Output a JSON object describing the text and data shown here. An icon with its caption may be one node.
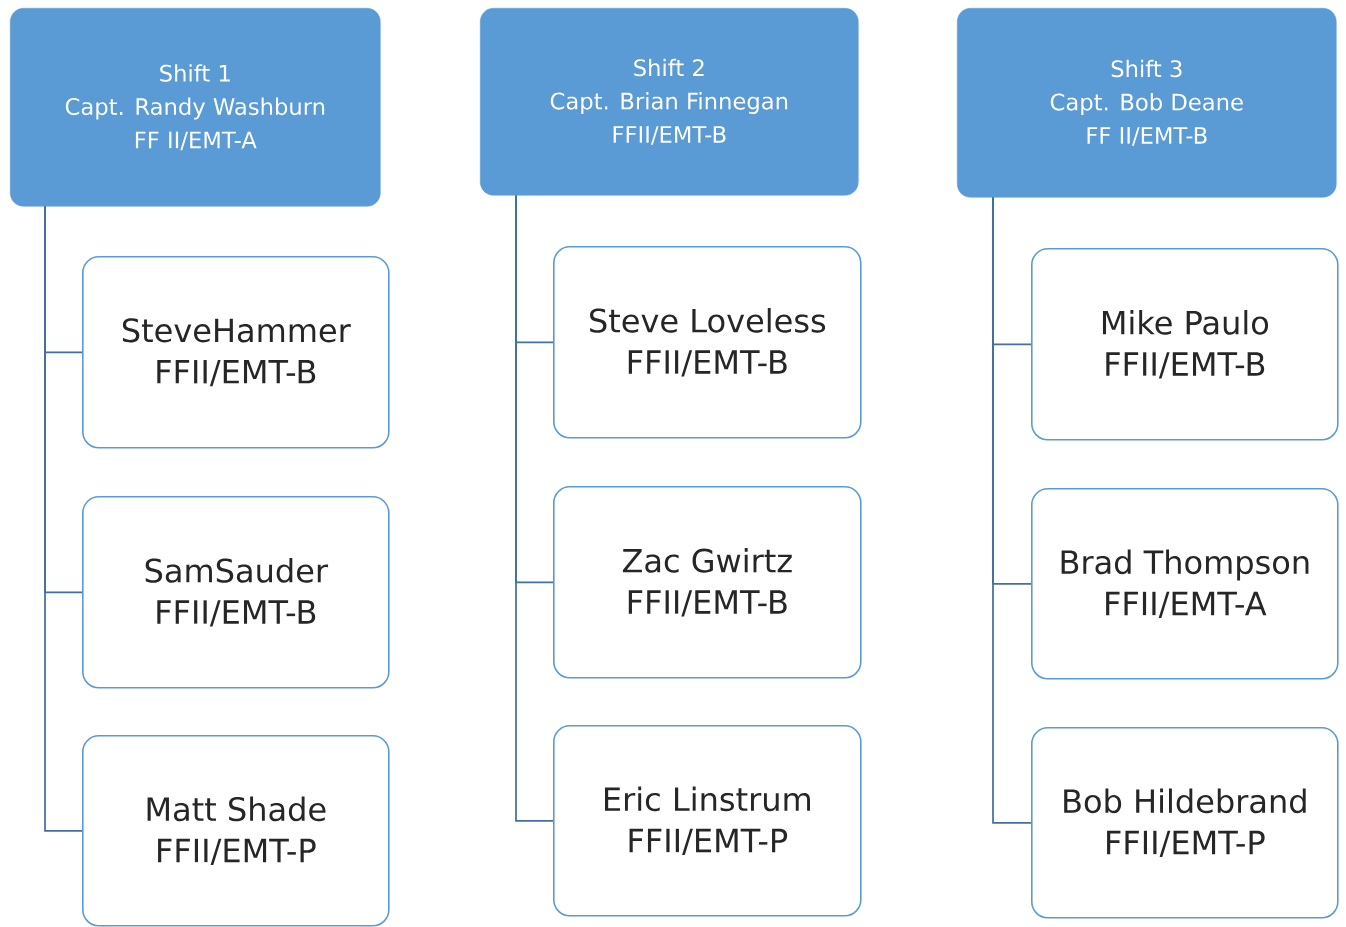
{
  "diagram": {
    "nodes": [
      {
        "text": [
          "Shift 1",
          "Capt. Randy Washburn",
          "FF II/EMT-A"
        ]
      },
      {
        "text": [
          "SteveHammer",
          "FFII/EMT-B"
        ]
      },
      {
        "text": [
          "SamSauder",
          "FFII/EMT-B"
        ]
      },
      {
        "text": [
          "Matt Shade",
          "FFII/EMT-P"
        ]
      },
      {
        "text": [
          "Shift 2",
          "Capt. Brian Finnegan",
          "FFII/EMT-B"
        ]
      },
      {
        "text": [
          "Steve Loveless",
          "FFII/EMT-B"
        ]
      },
      {
        "text": [
          "Zac Gwirtz",
          "FFII/EMT-B"
        ]
      },
      {
        "text": [
          "Eric Linstrum",
          "FFII/EMT-P"
        ]
      },
      {
        "text": [
          "Shift 3",
          "Capt. Bob Deane",
          "FF II/EMT-B"
        ]
      },
      {
        "text": [
          "Mike Paulo",
          "FFII/EMT-B"
        ]
      },
      {
        "text": [
          "Brad Thompson",
          "FFII/EMT-A"
        ]
      },
      {
        "text": [
          "Bob Hildebrand",
          "FFII/EMT-P"
        ]
      }
    ],
    "edges": [
      {
        "from": 0,
        "to": 1,
        "arrow": "none"
      },
      {
        "from": 0,
        "to": 2,
        "arrow": "none"
      },
      {
        "from": 0,
        "to": 3,
        "arrow": "none"
      },
      {
        "from": 4,
        "to": 5,
        "arrow": "none"
      },
      {
        "from": 4,
        "to": 6,
        "arrow": "none"
      },
      {
        "from": 4,
        "to": 7,
        "arrow": "none"
      },
      {
        "from": 8,
        "to": 9,
        "arrow": "none"
      },
      {
        "from": 8,
        "to": 10,
        "arrow": "none"
      },
      {
        "from": 8,
        "to": 11,
        "arrow": "none"
      }
    ]
  }
}
